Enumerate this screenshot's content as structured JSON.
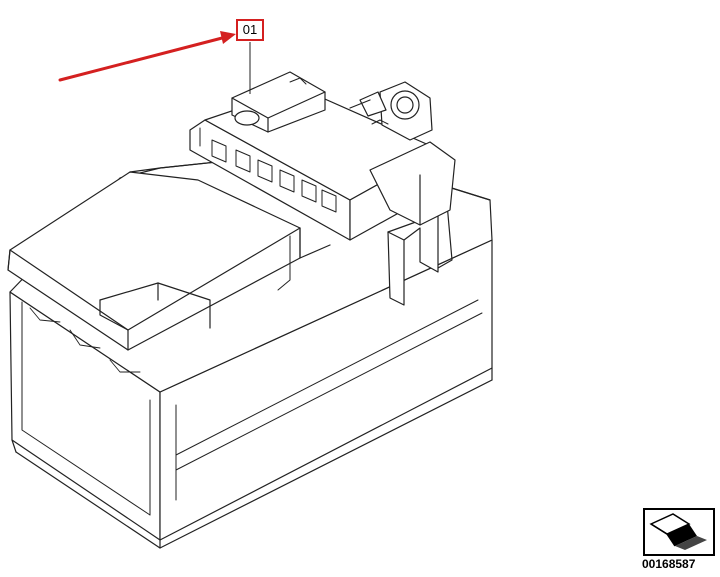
{
  "callout": {
    "label": "01",
    "color": "#d42020"
  },
  "footer": {
    "catalog_number": "00168587",
    "icon": "direction-arrow-icon"
  },
  "parts": [
    {
      "id": "01",
      "name": "battery-power-distribution-box"
    },
    {
      "id": "",
      "name": "battery"
    }
  ]
}
